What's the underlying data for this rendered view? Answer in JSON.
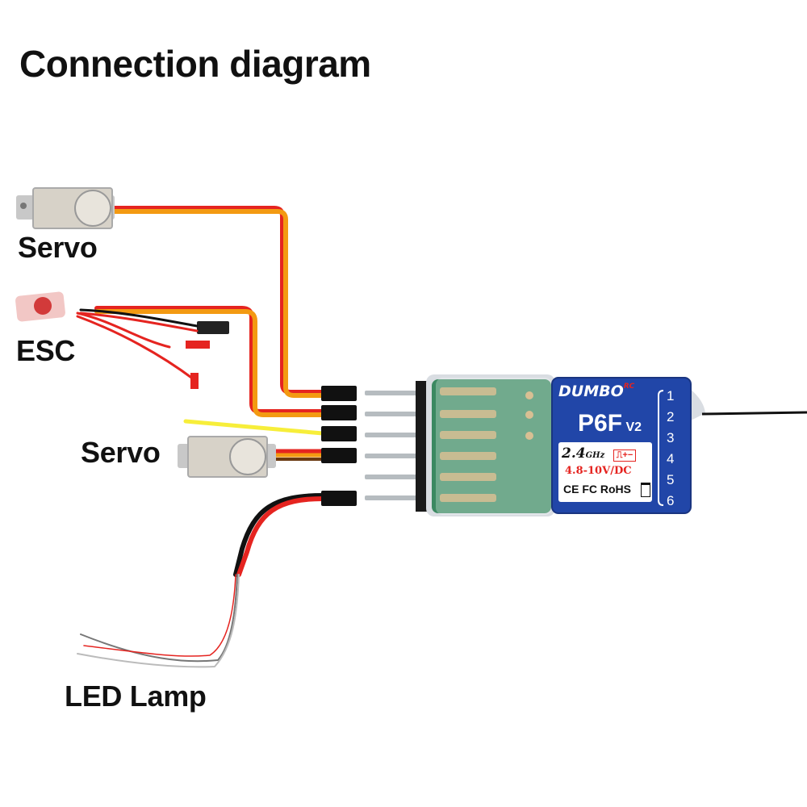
{
  "title": "Connection diagram",
  "devices": {
    "servo_top": "Servo",
    "esc": "ESC",
    "servo_mid": "Servo",
    "led": "LED Lamp"
  },
  "receiver": {
    "brand": "DUMBO",
    "brand_suffix": "RC",
    "model": "P6F",
    "version": "V2",
    "frequency": "2.4",
    "frequency_unit": "GHz",
    "signal_mark": "⎍+−",
    "voltage": "4.8-10V/DC",
    "certs": "CE FC RoHS",
    "channels": [
      "1",
      "2",
      "3",
      "4",
      "5",
      "6"
    ]
  },
  "colors": {
    "orange": "#f39a12",
    "red": "#e52420",
    "brown": "#6b3a12",
    "yellow": "#f7ee3a",
    "black": "#111111",
    "receiver_blue": "#2146a8",
    "pcb_green": "#1f7a4a"
  }
}
